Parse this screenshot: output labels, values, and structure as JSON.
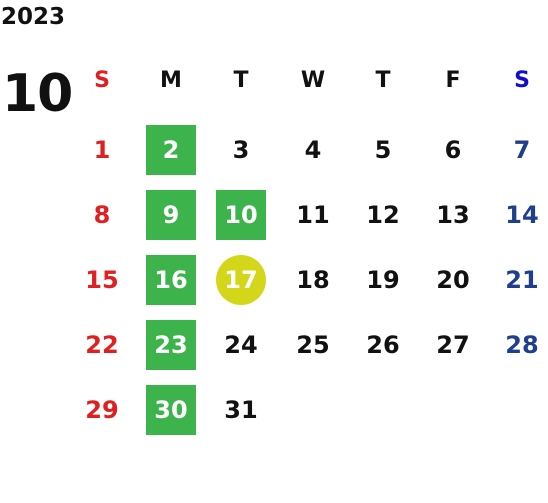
{
  "header": {
    "year": "2023",
    "month": "10"
  },
  "colors": {
    "sunday": "#e02020",
    "saturday": "#1e3f8c",
    "saturday_header": "#1010cc",
    "weekday": "#111111",
    "highlight_bg": "#3cb44b",
    "today_bg": "#d4d61a",
    "highlight_text": "#ffffff"
  },
  "weekdays": [
    "S",
    "M",
    "T",
    "W",
    "T",
    "F",
    "S"
  ],
  "weeks": [
    [
      "1",
      "2",
      "3",
      "4",
      "5",
      "6",
      "7"
    ],
    [
      "8",
      "9",
      "10",
      "11",
      "12",
      "13",
      "14"
    ],
    [
      "15",
      "16",
      "17",
      "18",
      "19",
      "20",
      "21"
    ],
    [
      "22",
      "23",
      "24",
      "25",
      "26",
      "27",
      "28"
    ],
    [
      "29",
      "30",
      "31",
      "",
      "",
      "",
      ""
    ]
  ],
  "highlighted_days": [
    "2",
    "9",
    "10",
    "16",
    "23",
    "30"
  ],
  "today": "17"
}
